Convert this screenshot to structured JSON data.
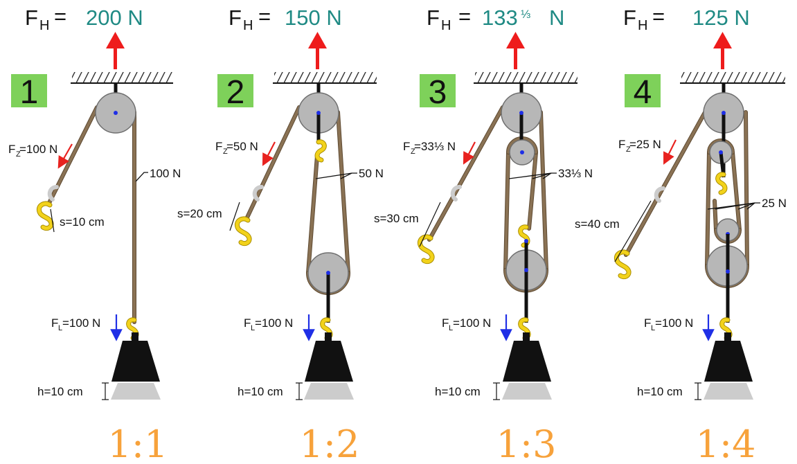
{
  "colors": {
    "rope": "#8a7254",
    "rope_edge": "#5e4a32",
    "axle": "#111111",
    "pulley": "#b7b7b7",
    "pulley_edge": "#6f6f6f",
    "hook": "#f2d21b",
    "hook_edge": "#a88c00",
    "weight": "#111111",
    "ghost": "#cccccc",
    "up_arrow": "#ee1c1c",
    "pull_arrow": "#e8221f",
    "load_arrow": "#1f2fe6",
    "value_teal": "#1f8a84",
    "badge_green": "#7ed15a",
    "ratio_orange": "#f7a23b"
  },
  "panels": [
    {
      "number": "1",
      "fh_label": "F",
      "fh_sub": "H",
      "fh_eq": "=",
      "fh_value": "200 N",
      "fz_label": "F",
      "fz_sub": "Z",
      "fz_value": "=100 N",
      "rope_force": "100 N",
      "s_label": "s=10 cm",
      "fl_label": "F",
      "fl_sub": "L",
      "fl_value": "=100 N",
      "h_label": "h=10 cm",
      "ratio": "1:1"
    },
    {
      "number": "2",
      "fh_label": "F",
      "fh_sub": "H",
      "fh_eq": "=",
      "fh_value": "150 N",
      "fz_label": "F",
      "fz_sub": "Z",
      "fz_value": "=50 N",
      "rope_force": "50 N",
      "s_label": "s=20 cm",
      "fl_label": "F",
      "fl_sub": "L",
      "fl_value": "=100 N",
      "h_label": "h=10 cm",
      "ratio": "1:2"
    },
    {
      "number": "3",
      "fh_label": "F",
      "fh_sub": "H",
      "fh_eq": "=",
      "fh_value": "133",
      "fh_frac": "⅓",
      "fh_unit": "N",
      "fz_label": "F",
      "fz_sub": "Z",
      "fz_value": "=33⅓ N",
      "rope_force": "33⅓ N",
      "s_label": "s=30 cm",
      "fl_label": "F",
      "fl_sub": "L",
      "fl_value": "=100 N",
      "h_label": "h=10 cm",
      "ratio": "1:3"
    },
    {
      "number": "4",
      "fh_label": "F",
      "fh_sub": "H",
      "fh_eq": "=",
      "fh_value": "125 N",
      "fz_label": "F",
      "fz_sub": "Z",
      "fz_value": "=25 N",
      "rope_force": "25 N",
      "s_label": "s=40 cm",
      "fl_label": "F",
      "fl_sub": "L",
      "fl_value": "=100 N",
      "h_label": "h=10 cm",
      "ratio": "1:4"
    }
  ]
}
